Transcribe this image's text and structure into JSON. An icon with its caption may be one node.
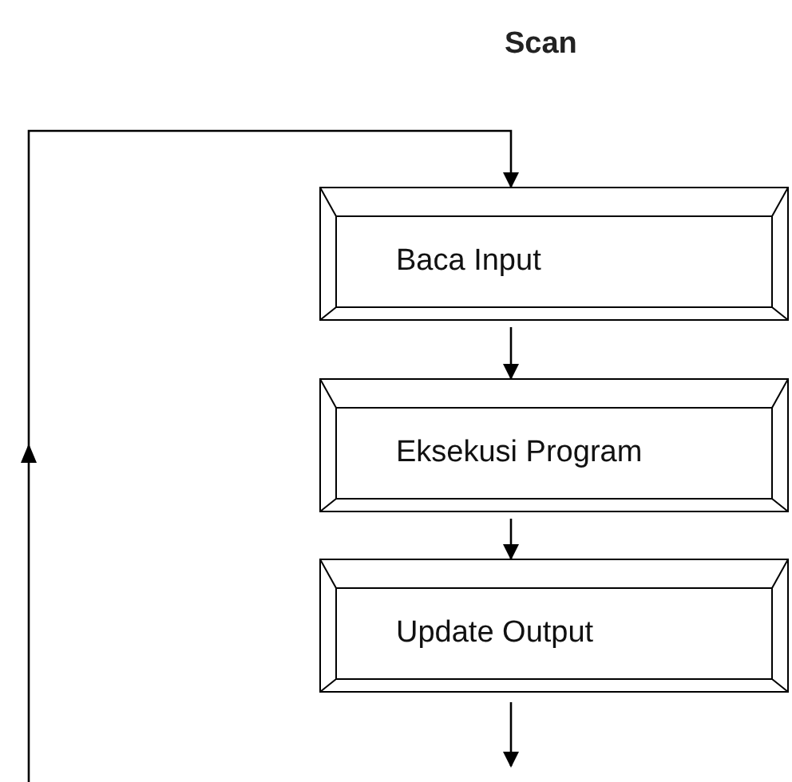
{
  "diagram": {
    "title": "Scan",
    "nodes": [
      {
        "text": [
          "Baca Input"
        ]
      },
      {
        "text": [
          "Eksekusi Program"
        ]
      },
      {
        "text": [
          "Update Output"
        ]
      }
    ],
    "edges": [
      {
        "from": 0,
        "to": 1,
        "arrow": "to"
      },
      {
        "from": 1,
        "to": 2,
        "arrow": "to"
      },
      {
        "from": 2,
        "to": null,
        "arrow": "to"
      },
      {
        "from": null,
        "to": 0,
        "arrow": "to"
      }
    ]
  }
}
